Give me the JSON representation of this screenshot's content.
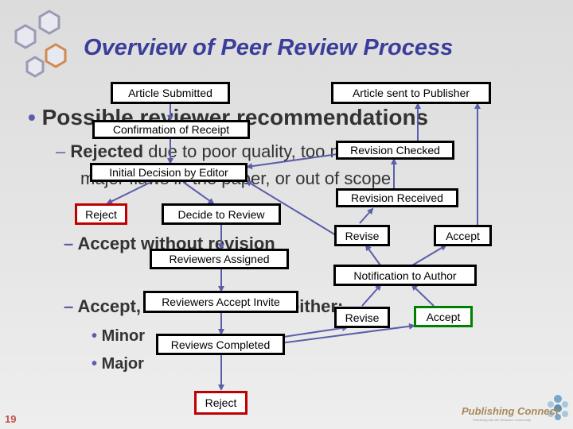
{
  "slide": {
    "title": "Overview of Peer Review Process",
    "page_number": "19"
  },
  "body": {
    "line1_bullet": "•",
    "line1_text": "Possible reviewer recommendations",
    "line2_dash": "–",
    "line2_bold": "Rejected",
    "line2_rest": " due to poor quality, too much",
    "line3_text": "major flaws in the paper, or out of scope",
    "line4_dash": "–",
    "line4_text": "Accept without revision",
    "line5_dash": "–",
    "line5_text": "Accept, but with revision either:",
    "sub1_bullet": "•",
    "sub1_text": "Minor",
    "sub2_bullet": "•",
    "sub2_text": "Major"
  },
  "flow": {
    "article_submitted": "Article Submitted",
    "article_sent": "Article sent to Publisher",
    "confirmation": "Confirmation of Receipt",
    "initial_decision": "Initial Decision by Editor",
    "reject_1": "Reject",
    "decide_review": "Decide to Review",
    "reviewers_assigned": "Reviewers Assigned",
    "reviewers_accept": "Reviewers Accept Invite",
    "reviews_completed": "Reviews Completed",
    "reject_2": "Reject",
    "revision_checked": "Revision Checked",
    "revision_received": "Revision Received",
    "revise_1": "Revise",
    "accept_1": "Accept",
    "notification": "Notification to Author",
    "revise_2": "Revise",
    "accept_2": "Accept"
  },
  "logo": {
    "name": "Publishing Connect",
    "tagline": "Partnering with the Research Community"
  },
  "colors": {
    "title": "#3b3d9a",
    "reject_border": "#c00000",
    "accept_border": "#008000",
    "arrow": "#5b5ea8"
  }
}
